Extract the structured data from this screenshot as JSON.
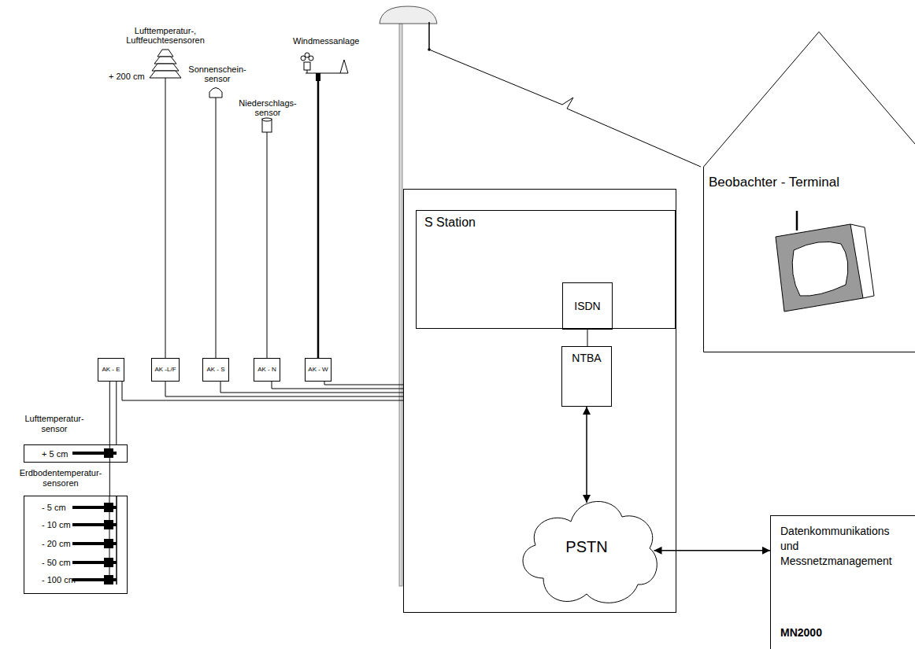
{
  "diagram": {
    "nodes": [
      {
        "text": [
          "S Station"
        ]
      },
      {
        "text": [
          "ISDN"
        ],
        "in": 0
      },
      {
        "text": [
          "NTBA"
        ]
      },
      {
        "text": [
          "Beobachter - Terminal"
        ]
      },
      {
        "text": [
          "AK - E"
        ]
      },
      {
        "text": [
          "AK -L/F"
        ]
      },
      {
        "text": [
          "AK - S"
        ]
      },
      {
        "text": [
          "AK - N"
        ]
      },
      {
        "text": [
          "AK - W"
        ]
      },
      {
        "text": [
          "Lufttemperatur- sensor",
          "+ 5 cm"
        ]
      },
      {
        "text": [
          "Erdbodentemperatur- sensoren",
          "- 5 cm",
          "- 10 cm",
          "- 20 cm",
          "- 50 cm",
          "- 100 cm"
        ]
      },
      {
        "text": [
          "PSTN"
        ]
      },
      {
        "text": [
          "Datenkommunikations und Messnetzmanagement",
          "MN2000"
        ]
      }
    ],
    "edges": [
      {
        "from": 1,
        "to": 2,
        "arrow": "none"
      },
      {
        "from": 2,
        "to": 11,
        "arrow": "both"
      },
      {
        "from": 11,
        "to": 12,
        "arrow": "both"
      },
      {
        "from": 4,
        "to": 9,
        "arrow": "none"
      },
      {
        "from": 4,
        "to": 10,
        "arrow": "none"
      }
    ],
    "labels": [
      "Lufttemperatur-, Luftfeuchtesensoren",
      "+ 200 cm",
      "Sonnenschein- sensor",
      "Niederschlags- sensor",
      "Windmessanlage"
    ]
  }
}
